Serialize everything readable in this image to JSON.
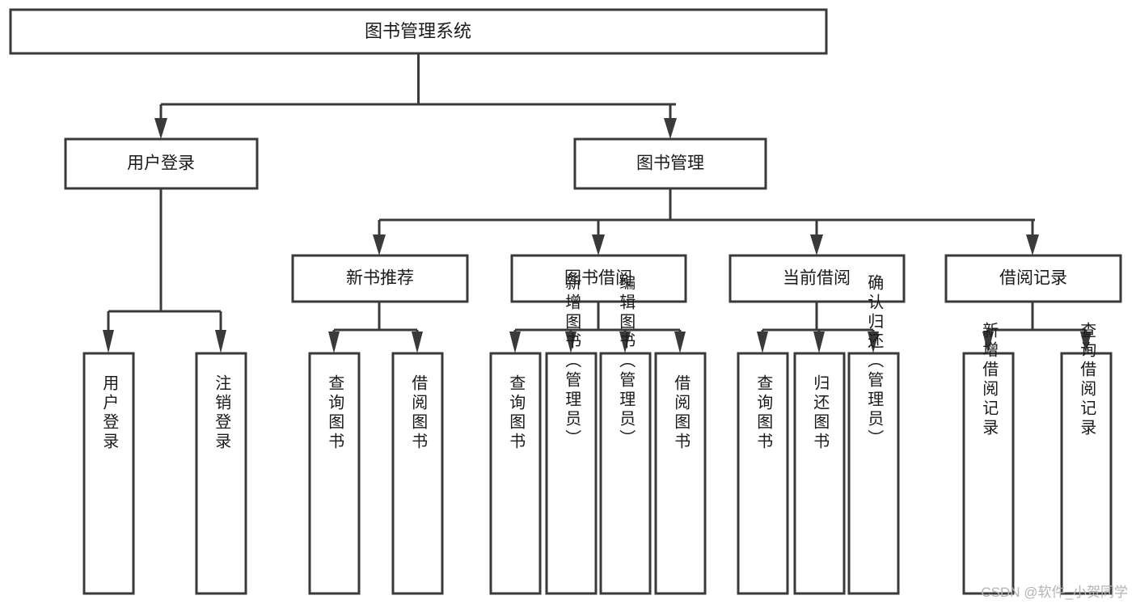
{
  "diagram": {
    "type": "tree",
    "title": "图书管理系统",
    "orientation": "top-down",
    "colors": {
      "box_stroke": "#3a3a3a",
      "box_fill": "#ffffff",
      "connector": "#3a3a3a",
      "text": "#1a1a1a",
      "watermark": "#b3b3b3",
      "background": "#ffffff"
    },
    "root": {
      "label": "图书管理系统"
    },
    "level1": [
      {
        "label": "用户登录"
      },
      {
        "label": "图书管理"
      }
    ],
    "level2": [
      {
        "label": "新书推荐"
      },
      {
        "label": "图书借阅"
      },
      {
        "label": "当前借阅"
      },
      {
        "label": "借阅记录"
      }
    ],
    "leaves": {
      "user_login": [
        {
          "label": "用户登录"
        },
        {
          "label": "注销登录"
        }
      ],
      "new_book_recommend": [
        {
          "label": "查询图书"
        },
        {
          "label": "借阅图书"
        }
      ],
      "book_borrow": [
        {
          "label": "查询图书"
        },
        {
          "label": "新增图书（管理员）"
        },
        {
          "label": "编辑图书（管理员）"
        },
        {
          "label": "借阅图书"
        }
      ],
      "current_borrow": [
        {
          "label": "查询图书"
        },
        {
          "label": "归还图书"
        },
        {
          "label": "确认归还（管理员）"
        }
      ],
      "borrow_records": [
        {
          "label": "新增借阅记录"
        },
        {
          "label": "查询借阅记录"
        }
      ]
    },
    "watermark": "CSDN @软件_小贺同学"
  }
}
